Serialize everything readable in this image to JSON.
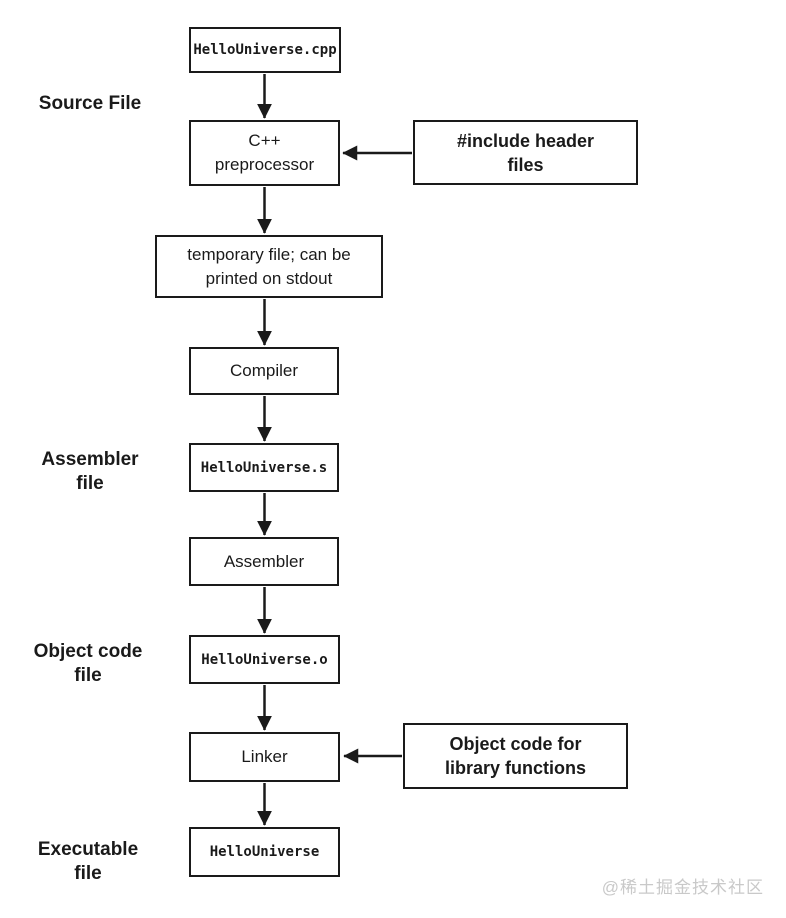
{
  "diagram": {
    "nodes": {
      "source_file": "HelloUniverse.cpp",
      "preprocessor": "C++\npreprocessor",
      "include_headers": "#include header\nfiles",
      "temp_file": "temporary file; can be\nprinted on stdout",
      "compiler": "Compiler",
      "assembler_file": "HelloUniverse.s",
      "assembler": "Assembler",
      "object_file": "HelloUniverse.o",
      "linker": "Linker",
      "library_objects": "Object code for\nlibrary functions",
      "executable": "HelloUniverse"
    },
    "side_labels": {
      "source_file": "Source File",
      "assembler_file": "Assembler\nfile",
      "object_code_file": "Object code\nfile",
      "executable_file": "Executable\nfile"
    },
    "watermark": "@稀土掘金技术社区"
  },
  "colors": {
    "background": "#ffffff",
    "border": "#1a1a1a",
    "text": "#1a1a1a",
    "watermark": "#c9c9c9"
  }
}
